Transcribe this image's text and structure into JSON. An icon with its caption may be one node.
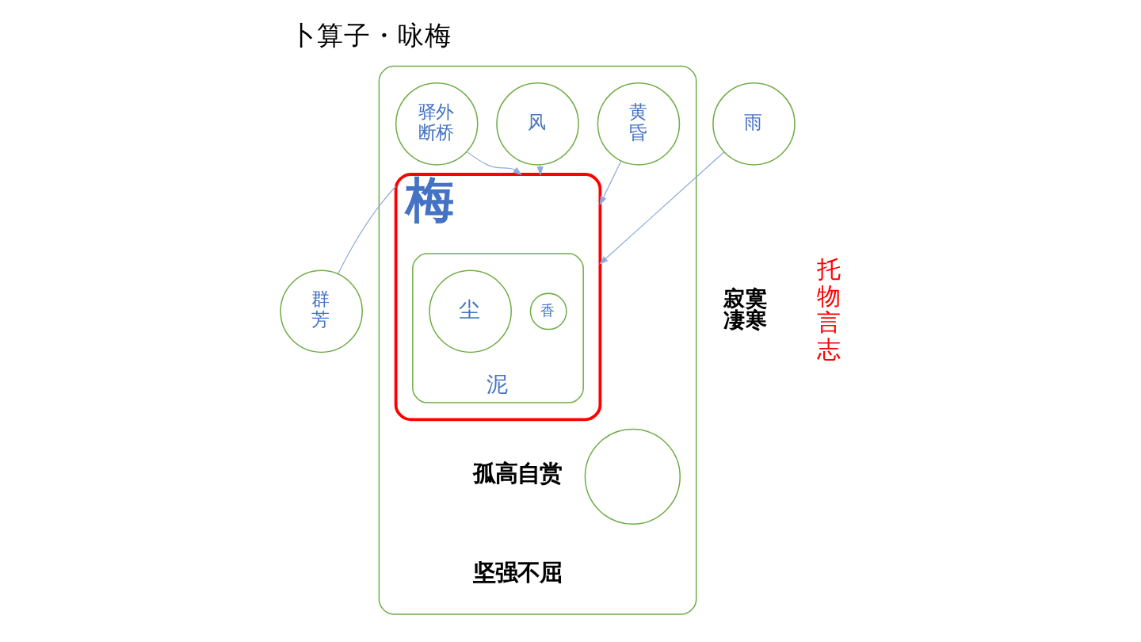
{
  "diagram": {
    "title": "卜算子・咏梅",
    "nodes": [
      {
        "text": [],
        "shape": "ellipse"
      },
      {
        "text": [
          "黄昏"
        ],
        "in": 0
      },
      {
        "text": [
          "风"
        ],
        "in": 0
      },
      {
        "text": [
          "雨"
        ]
      },
      {
        "text": [
          "驿外断桥"
        ],
        "in": 0
      },
      {
        "text": [],
        "shape": "circle",
        "in": 0
      },
      {
        "text": [
          "梅"
        ],
        "in": 0
      },
      {
        "text": [
          "泥"
        ],
        "in": 6
      },
      {
        "text": [
          "香"
        ],
        "in": 7
      },
      {
        "text": [
          "尘"
        ],
        "in": 7
      },
      {
        "text": [
          "群芳"
        ]
      }
    ],
    "edges": [
      {
        "from": 1,
        "to": 6,
        "arrow": "to"
      },
      {
        "from": 2,
        "to": 6,
        "arrow": "to"
      },
      {
        "from": 3,
        "to": 6,
        "arrow": "to"
      },
      {
        "from": 4,
        "to": 6,
        "arrow": "to"
      },
      {
        "from": 10,
        "to": 6,
        "arrow": "none"
      }
    ],
    "labels": [
      "寂寞凄寒",
      "托物言志",
      "孤高自赏",
      "坚强不屈"
    ]
  }
}
